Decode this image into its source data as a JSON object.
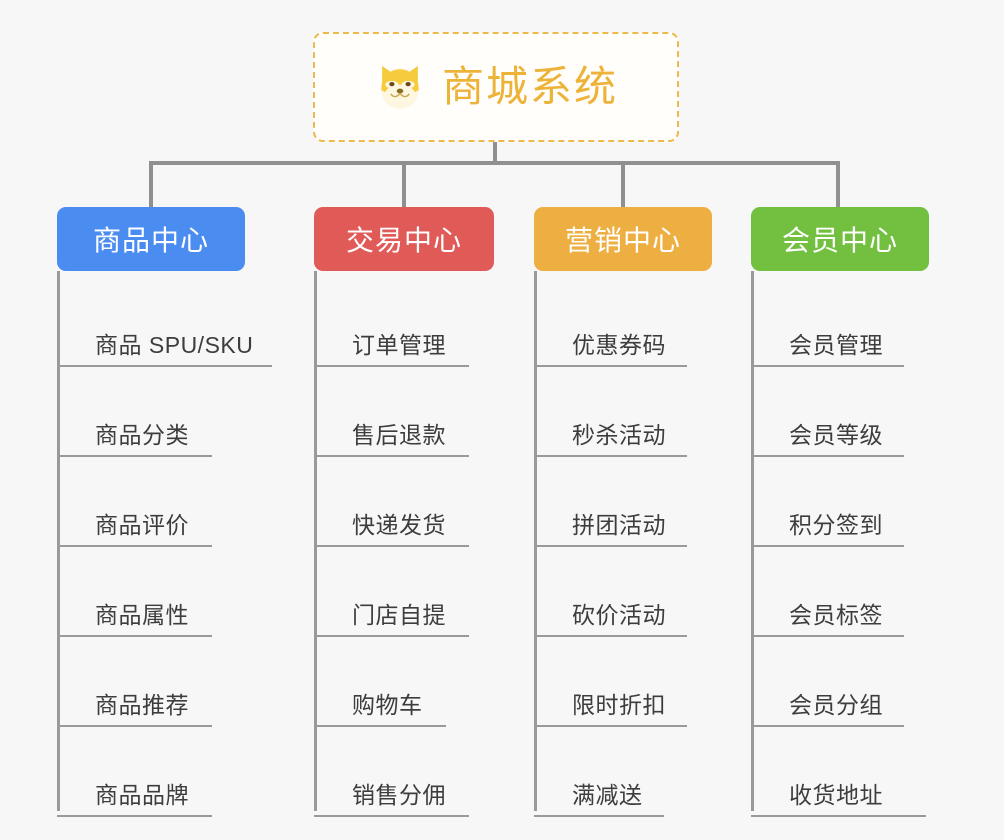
{
  "diagram": {
    "type": "mindmap-tree",
    "background_color": "#f7f7f7",
    "root": {
      "title": "商城系统",
      "icon": "shiba-dog-face-emoji",
      "text_color": "#edb238",
      "border_color": "#edb94c",
      "border_style": "dashed",
      "fill_color": "#fffefb"
    },
    "connector_color": "#909090",
    "branches": [
      {
        "label": "商品中心",
        "color": "#4a8cf0",
        "items": [
          "商品 SPU/SKU",
          "商品分类",
          "商品评价",
          "商品属性",
          "商品推荐",
          "商品品牌"
        ]
      },
      {
        "label": "交易中心",
        "color": "#e05a58",
        "items": [
          "订单管理",
          "售后退款",
          "快递发货",
          "门店自提",
          "购物车",
          "销售分佣"
        ]
      },
      {
        "label": "营销中心",
        "color": "#eeaf42",
        "items": [
          "优惠券码",
          "秒杀活动",
          "拼团活动",
          "砍价活动",
          "限时折扣",
          "满减送"
        ]
      },
      {
        "label": "会员中心",
        "color": "#73c041",
        "items": [
          "会员管理",
          "会员等级",
          "积分签到",
          "会员标签",
          "会员分组",
          "收货地址"
        ]
      }
    ]
  }
}
